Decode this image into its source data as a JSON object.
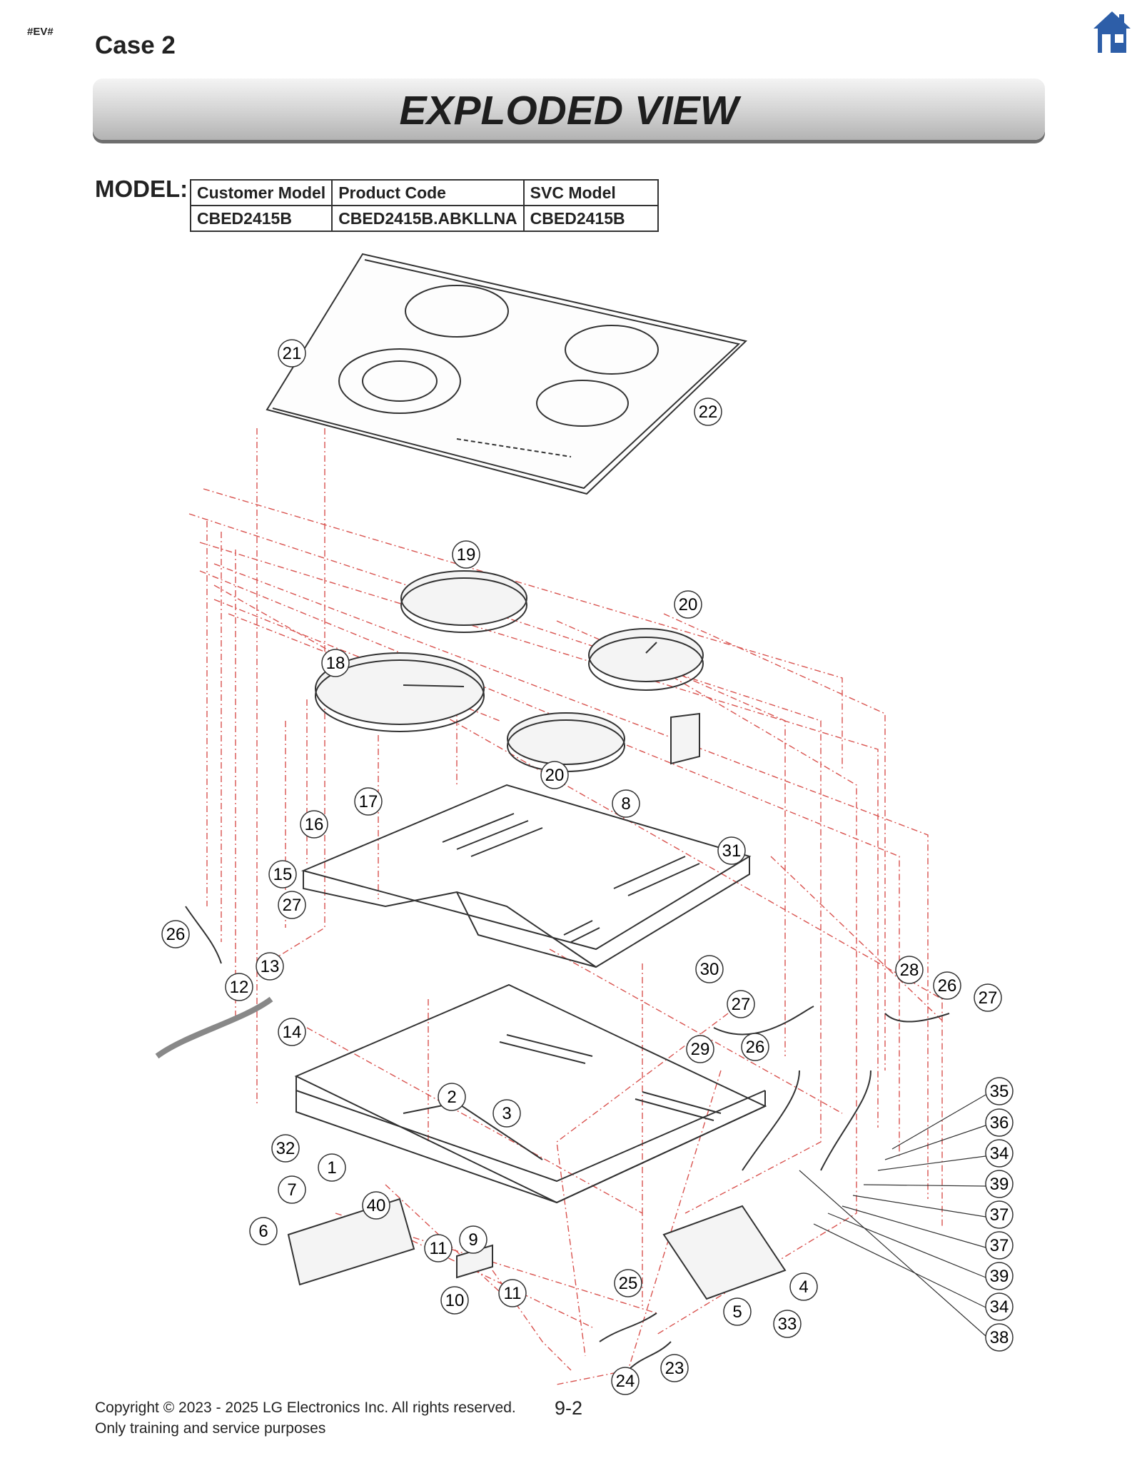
{
  "header": {
    "tag": "#EV#",
    "case": "Case 2",
    "home_icon": "home-icon"
  },
  "banner": {
    "title": "EXPLODED VIEW"
  },
  "model": {
    "label": "MODEL:",
    "columns": [
      "Customer Model",
      "Product Code",
      "SVC Model"
    ],
    "values": [
      "CBED2415B",
      "CBED2415B.ABKLLNA",
      "CBED2415B"
    ]
  },
  "callouts": [
    "21",
    "22",
    "19",
    "20",
    "18",
    "20",
    "17",
    "16",
    "8",
    "31",
    "15",
    "27",
    "26",
    "13",
    "12",
    "14",
    "30",
    "27",
    "29",
    "26",
    "28",
    "26",
    "27",
    "2",
    "3",
    "32",
    "1",
    "7",
    "40",
    "6",
    "11",
    "9",
    "10",
    "11",
    "25",
    "5",
    "33",
    "4",
    "24",
    "23",
    "35",
    "36",
    "34",
    "39",
    "37",
    "37",
    "39",
    "34",
    "38"
  ],
  "footer": {
    "copyright": "Copyright © 2023 - 2025 LG Electronics Inc. All rights reserved.",
    "note": "Only training and service purposes",
    "page": "9-2"
  },
  "colors": {
    "guide_line": "#d9534f",
    "line": "#333333",
    "banner": "#c8c8c8",
    "home": "#2d5ea8"
  }
}
